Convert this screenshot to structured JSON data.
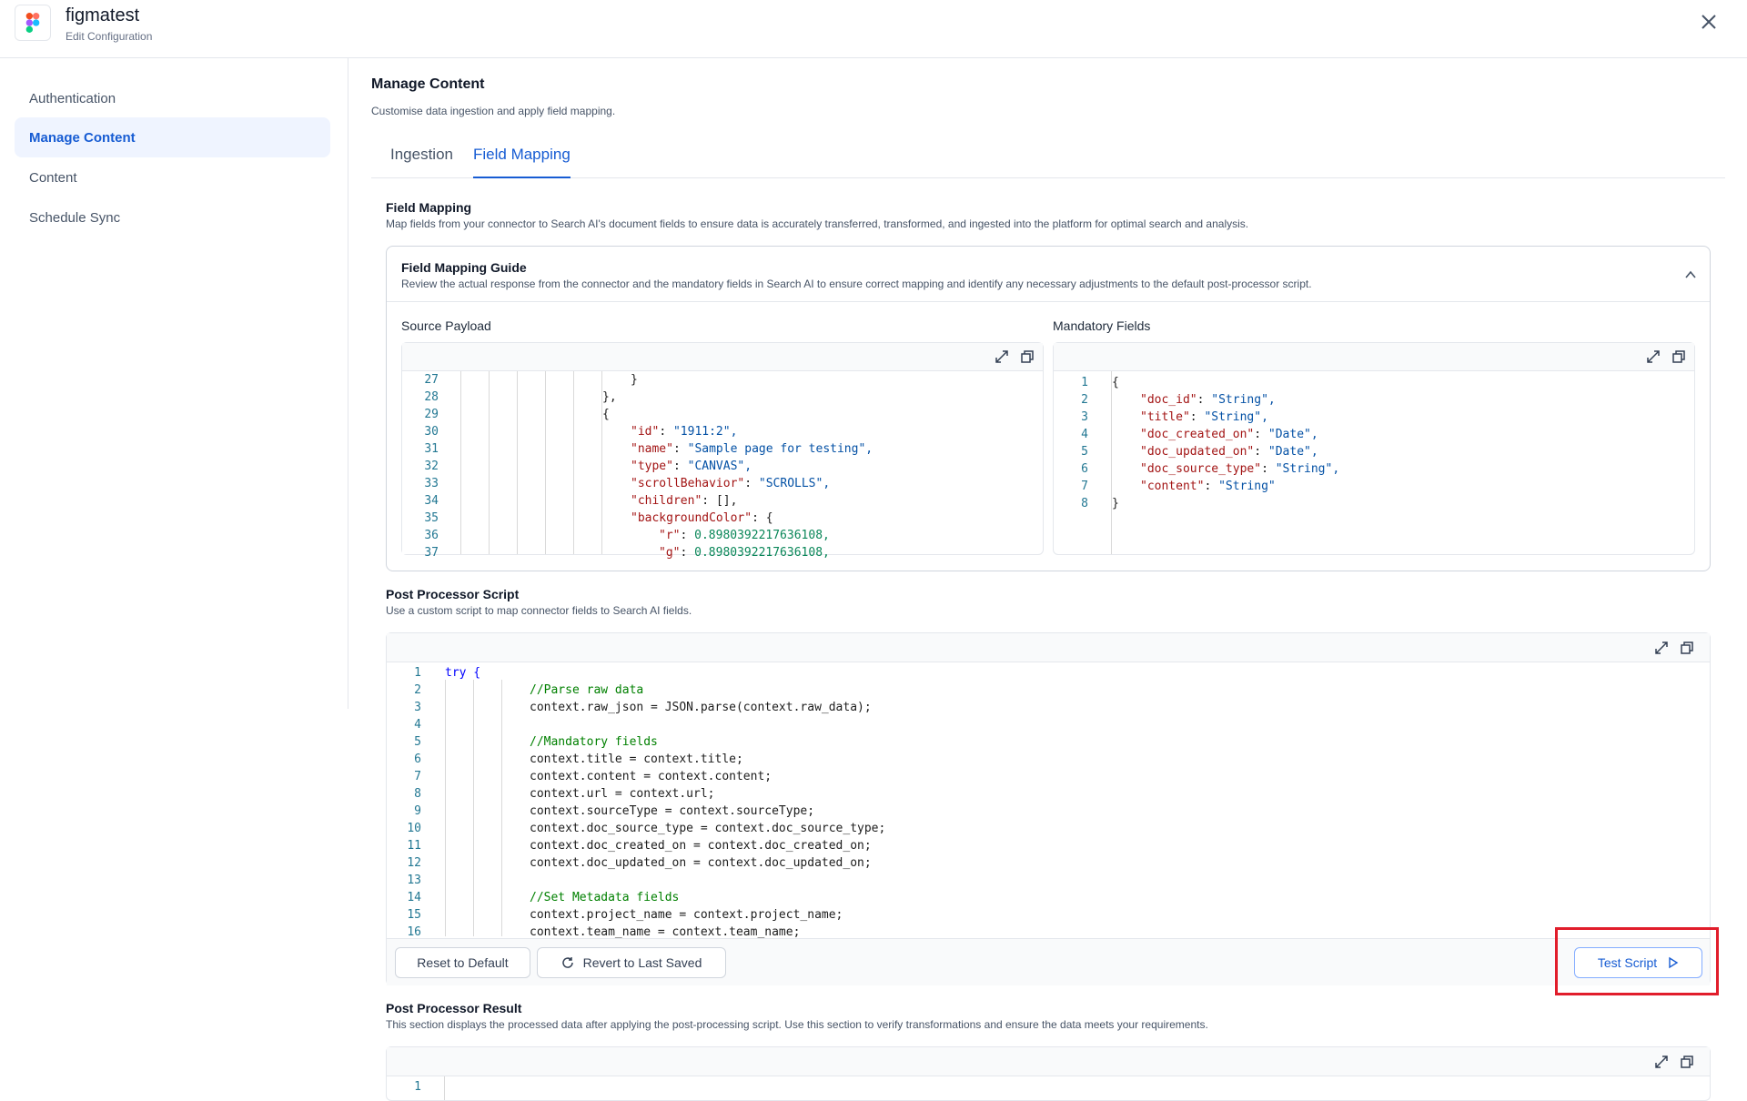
{
  "header": {
    "app_name": "figmatest",
    "subtitle": "Edit Configuration",
    "logo_icon": "figma-logo-icon",
    "close_icon": "close-icon"
  },
  "sidebar": {
    "items": [
      {
        "label": "Authentication",
        "active": false
      },
      {
        "label": "Manage Content",
        "active": true
      },
      {
        "label": "Content",
        "active": false
      },
      {
        "label": "Schedule Sync",
        "active": false
      }
    ]
  },
  "main": {
    "title": "Manage Content",
    "subtitle": "Customise data ingestion and apply field mapping.",
    "tabs": [
      {
        "label": "Ingestion",
        "active": false
      },
      {
        "label": "Field Mapping",
        "active": true
      }
    ]
  },
  "field_mapping": {
    "title": "Field Mapping",
    "description": "Map fields from your connector to Search AI's document fields to ensure data is accurately transferred, transformed, and ingested into the platform for optimal search and analysis.",
    "guide_title": "Field Mapping Guide",
    "guide_description": "Review the actual response from the connector and the mandatory fields in Search AI to ensure correct mapping and identify any necessary adjustments to the default post-processor script.",
    "source_label": "Source Payload",
    "mandatory_label": "Mandatory Fields",
    "source_lines": [
      {
        "num": "27",
        "code": "}"
      },
      {
        "num": "28",
        "code": "},"
      },
      {
        "num": "29",
        "code": "{"
      },
      {
        "num": "30",
        "key": "\"id\"",
        "val": "\"1911:2\","
      },
      {
        "num": "31",
        "key": "\"name\"",
        "val": "\"Sample page for testing\","
      },
      {
        "num": "32",
        "key": "\"type\"",
        "val": "\"CANVAS\","
      },
      {
        "num": "33",
        "key": "\"scrollBehavior\"",
        "val": "\"SCROLLS\","
      },
      {
        "num": "34",
        "key": "\"children\"",
        "val": "[],"
      },
      {
        "num": "35",
        "key": "\"backgroundColor\"",
        "val": "{"
      },
      {
        "num": "36",
        "key": "\"r\"",
        "val": "0.8980392217636108,"
      },
      {
        "num": "37",
        "key": "\"g\"",
        "val": "0.8980392217636108,"
      }
    ],
    "mandatory_lines": [
      {
        "num": "1",
        "code": "{"
      },
      {
        "num": "2",
        "key": "\"doc_id\"",
        "val": "\"String\","
      },
      {
        "num": "3",
        "key": "\"title\"",
        "val": "\"String\","
      },
      {
        "num": "4",
        "key": "\"doc_created_on\"",
        "val": "\"Date\","
      },
      {
        "num": "5",
        "key": "\"doc_updated_on\"",
        "val": "\"Date\","
      },
      {
        "num": "6",
        "key": "\"doc_source_type\"",
        "val": "\"String\","
      },
      {
        "num": "7",
        "key": "\"content\"",
        "val": "\"String\""
      },
      {
        "num": "8",
        "code": "}"
      }
    ]
  },
  "post_processor": {
    "title": "Post Processor Script",
    "description": "Use a custom script to map connector fields to Search AI fields.",
    "lines": [
      {
        "num": "1",
        "code": "try {",
        "kind": "try"
      },
      {
        "num": "2",
        "code": "//Parse raw data",
        "kind": "comment"
      },
      {
        "num": "3",
        "code": "context.raw_json = JSON.parse(context.raw_data);",
        "kind": "code"
      },
      {
        "num": "4",
        "code": "",
        "kind": "code"
      },
      {
        "num": "5",
        "code": "//Mandatory fields",
        "kind": "comment"
      },
      {
        "num": "6",
        "code": "context.title = context.title;",
        "kind": "code"
      },
      {
        "num": "7",
        "code": "context.content = context.content;",
        "kind": "code"
      },
      {
        "num": "8",
        "code": "context.url = context.url;",
        "kind": "code"
      },
      {
        "num": "9",
        "code": "context.sourceType = context.sourceType;",
        "kind": "code"
      },
      {
        "num": "10",
        "code": "context.doc_source_type = context.doc_source_type;",
        "kind": "code"
      },
      {
        "num": "11",
        "code": "context.doc_created_on = context.doc_created_on;",
        "kind": "code"
      },
      {
        "num": "12",
        "code": "context.doc_updated_on = context.doc_updated_on;",
        "kind": "code"
      },
      {
        "num": "13",
        "code": "",
        "kind": "code"
      },
      {
        "num": "14",
        "code": "//Set Metadata fields",
        "kind": "comment"
      },
      {
        "num": "15",
        "code": "context.project_name = context.project_name;",
        "kind": "code"
      },
      {
        "num": "16",
        "code": "context.team_name = context.team_name;",
        "kind": "code"
      }
    ],
    "reset_label": "Reset to Default",
    "revert_label": "Revert to Last Saved",
    "test_label": "Test Script"
  },
  "result": {
    "title": "Post Processor Result",
    "description": "This section displays the processed data after applying the post-processing script. Use this section to verify transformations and ensure the data meets your requirements.",
    "first_line": "1"
  },
  "colors": {
    "accent": "#175cd3",
    "active_bg": "#eff4ff",
    "highlight": "#e11d2b"
  }
}
